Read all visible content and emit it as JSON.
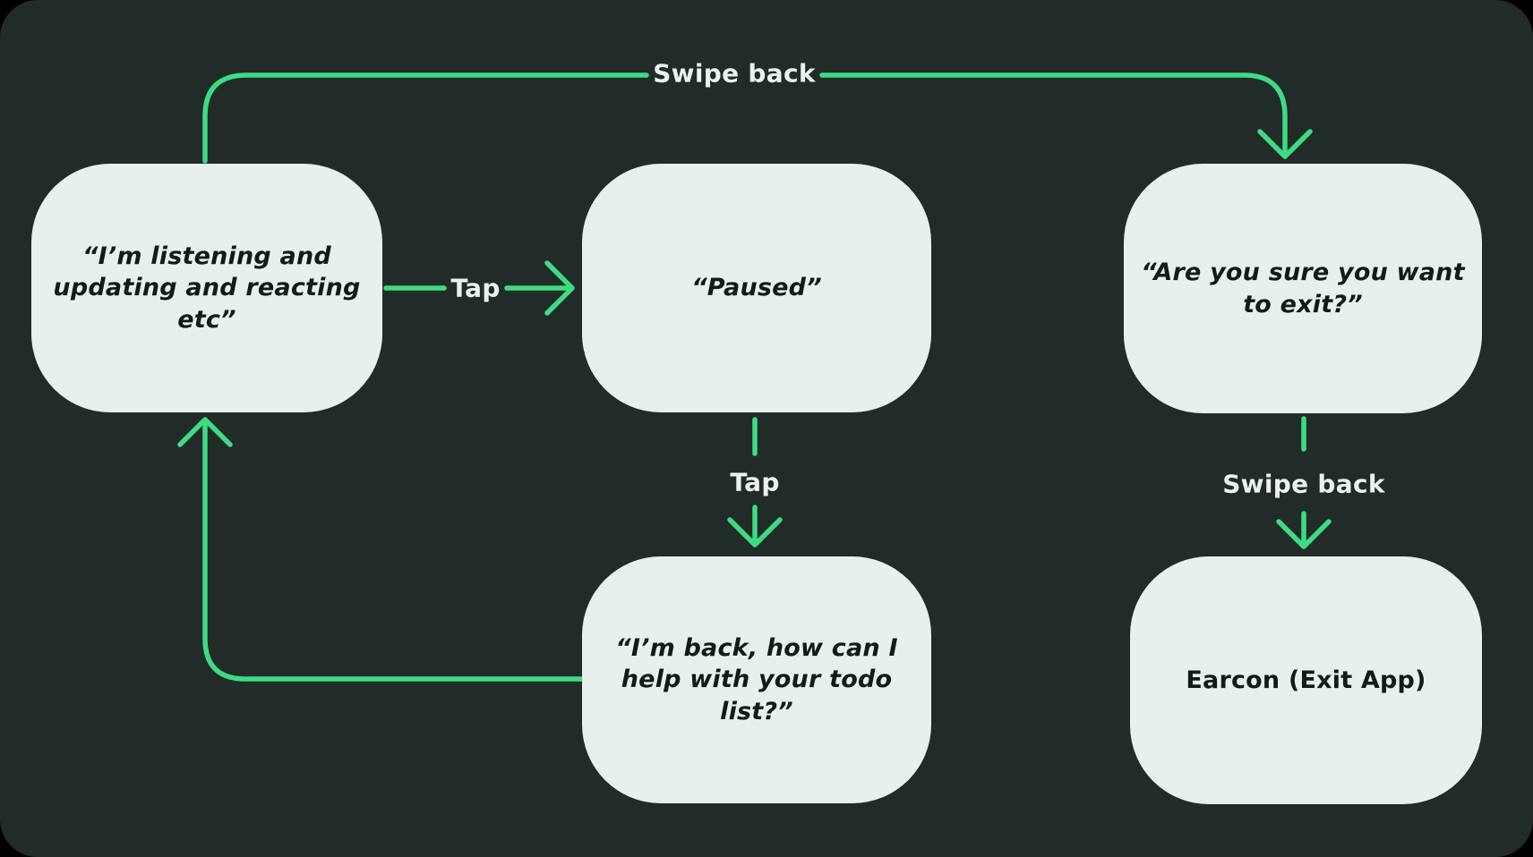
{
  "diagram": {
    "background": "#000000",
    "canvas_color": "#212B27",
    "node_fill": "#E8F0ED",
    "node_text_color": "#131B17",
    "accent": "#3DDC84",
    "label_text_color": "#EAF1EE"
  },
  "nodes": [
    {
      "id": "listening",
      "label": "“I’m listening and updating and reacting etc”",
      "style": "quote"
    },
    {
      "id": "paused",
      "label": "“Paused”",
      "style": "quote"
    },
    {
      "id": "exit-confirm",
      "label": "“Are you sure you want to exit?”",
      "style": "quote"
    },
    {
      "id": "back-todo",
      "label": "“I’m back, how can I help with your todo list?”",
      "style": "quote"
    },
    {
      "id": "earcon-exit",
      "label": "Earcon (Exit App)",
      "style": "plain"
    }
  ],
  "edges": [
    {
      "label": "Swipe back",
      "from": "listening",
      "to": "exit-confirm",
      "gesture": "swipe"
    },
    {
      "label": "Tap",
      "from": "listening",
      "to": "paused",
      "gesture": "tap"
    },
    {
      "label": "Tap",
      "from": "paused",
      "to": "back-todo",
      "gesture": "tap"
    },
    {
      "label": "",
      "from": "back-todo",
      "to": "listening",
      "gesture": "auto"
    },
    {
      "label": "Swipe back",
      "from": "exit-confirm",
      "to": "earcon-exit",
      "gesture": "swipe"
    }
  ]
}
